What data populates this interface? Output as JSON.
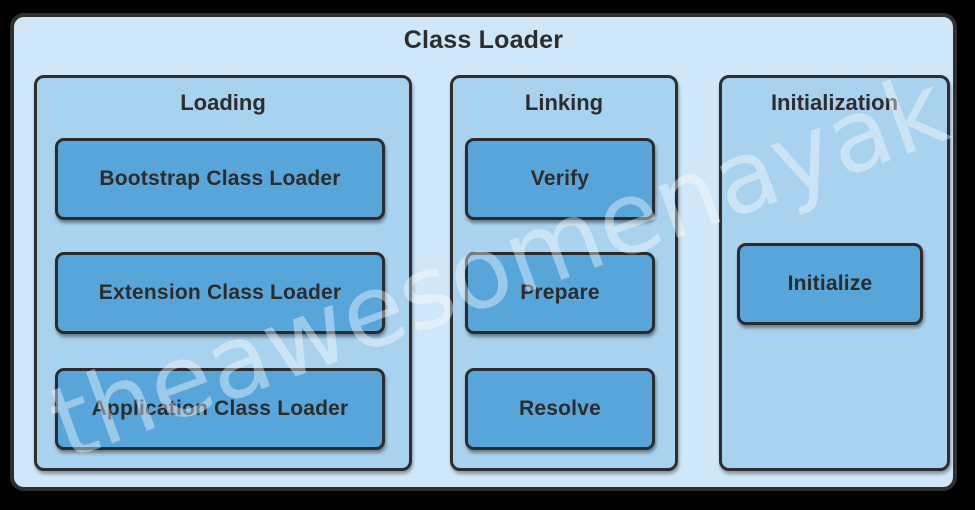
{
  "title": "Class Loader",
  "watermark": "theawesomenayak",
  "colors": {
    "canvas_bg": "#000000",
    "container_bg": "#cfe7f8",
    "section_bg": "#a9d2ee",
    "box_bg": "#58a5da",
    "border": "#2e2e2e",
    "text": "#2d2d2d",
    "watermark": "rgba(255,255,255,0.40)"
  },
  "sections": [
    {
      "title": "Loading",
      "boxes": [
        "Bootstrap Class Loader",
        "Extension Class Loader",
        "Application Class Loader"
      ]
    },
    {
      "title": "Linking",
      "boxes": [
        "Verify",
        "Prepare",
        "Resolve"
      ]
    },
    {
      "title": "Initialization",
      "boxes": [
        "Initialize"
      ]
    }
  ]
}
